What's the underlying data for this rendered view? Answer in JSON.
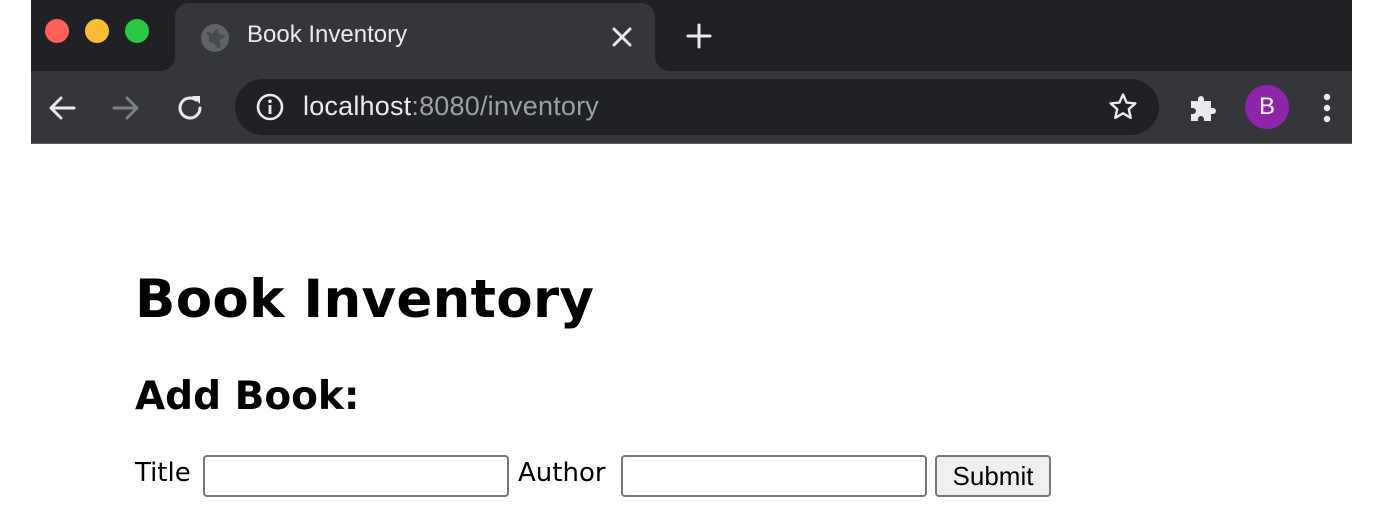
{
  "browser": {
    "tab": {
      "title": "Book Inventory",
      "favicon_icon": "globe-icon",
      "close_icon": "close-icon"
    },
    "new_tab_icon": "plus-icon",
    "nav": {
      "back_icon": "arrow-left-icon",
      "forward_icon": "arrow-right-icon",
      "reload_icon": "reload-icon"
    },
    "omnibox": {
      "info_icon": "info-icon",
      "url_host": "localhost",
      "url_rest": ":8080/inventory",
      "bookmark_icon": "star-icon"
    },
    "extensions_icon": "puzzle-icon",
    "profile": {
      "initial": "B",
      "color": "#8e24aa"
    },
    "menu_icon": "kebab-menu-icon",
    "colors": {
      "frame": "#202124",
      "toolbar": "#35363a",
      "omnibox": "#202124"
    }
  },
  "page": {
    "title": "Book Inventory",
    "section_title": "Add Book:",
    "form": {
      "title_label": "Title",
      "title_value": "",
      "author_label": "Author",
      "author_value": "",
      "submit_label": "Submit"
    }
  }
}
